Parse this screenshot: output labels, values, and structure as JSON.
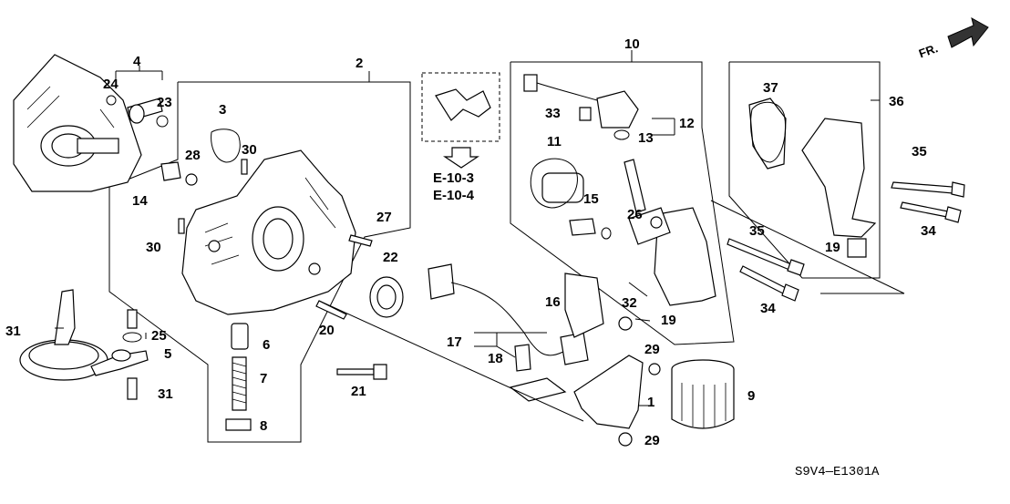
{
  "diagram_code": "S9V4—E1301A",
  "direction_label": "FR.",
  "references": [
    "E-10-3",
    "E-10-4"
  ],
  "callouts": {
    "c1": "1",
    "c2": "2",
    "c3": "3",
    "c4": "4",
    "c5": "5",
    "c6": "6",
    "c7": "7",
    "c8": "8",
    "c9": "9",
    "c10": "10",
    "c11": "11",
    "c12": "12",
    "c13": "13",
    "c14": "14",
    "c15": "15",
    "c16": "16",
    "c17": "17",
    "c18": "18",
    "c19a": "19",
    "c19b": "19",
    "c20": "20",
    "c21": "21",
    "c22": "22",
    "c23": "23",
    "c24": "24",
    "c25": "25",
    "c26": "26",
    "c27": "27",
    "c28": "28",
    "c29a": "29",
    "c29b": "29",
    "c30a": "30",
    "c30b": "30",
    "c31a": "31",
    "c31b": "31",
    "c32": "32",
    "c33": "33",
    "c34a": "34",
    "c34b": "34",
    "c35a": "35",
    "c35b": "35",
    "c36": "36",
    "c37": "37"
  }
}
